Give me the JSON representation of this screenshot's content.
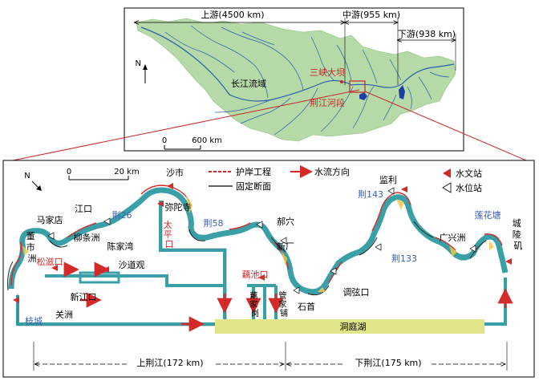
{
  "inset": {
    "segments": {
      "upper": "上游(4500 km)",
      "middle": "中游(955 km)",
      "lower": "下游(938 km)"
    },
    "north": "N",
    "basin_label": "长江流域",
    "dam_label": "三峡大坝",
    "reach_label": "荆江河段",
    "scale": {
      "zero": "0",
      "dist": "600 km"
    }
  },
  "detail": {
    "north": "N",
    "scale": {
      "zero": "0",
      "dist": "20 km"
    },
    "legend": {
      "levee": "护岸工程",
      "flow": "水流方向",
      "section": "固定断面",
      "hydro": "水文站",
      "stage": "水位站"
    },
    "places": {
      "shashi": "沙市",
      "milu": "弥陀寺",
      "jiangkou": "江口",
      "majiadian": "马家店",
      "liutiaozhou": "柳条洲",
      "chenjiawan": "陈家湾",
      "dongshizhou": "董市洲",
      "shadaoguan": "沙道观",
      "xinjiangkou": "新江口",
      "guanzhou": "关洲",
      "haoxue": "郝穴",
      "xinchang": "新厂",
      "shishou": "石首",
      "tiaoxiankou": "调弦口",
      "jianli": "监利",
      "guangxingzhou": "广兴洲",
      "chenglingji": "城陵矶",
      "guanjiagang": "藕家岗",
      "guanjiapu": "管家铺"
    },
    "inlets": {
      "songzikou": "松滋口",
      "taipingkou": "太平口",
      "ouchikou": "藕池口"
    },
    "hydro_stations": {
      "zhicheng": "枝城",
      "jing26": "荆26",
      "jing58": "荆58",
      "jing143": "荆143",
      "jing133": "荆133",
      "lianhuatang": "莲花塘"
    },
    "lake": "洞庭湖",
    "reach_upper": "上荆江(172 km)",
    "reach_lower": "下荆江(175 km)"
  }
}
